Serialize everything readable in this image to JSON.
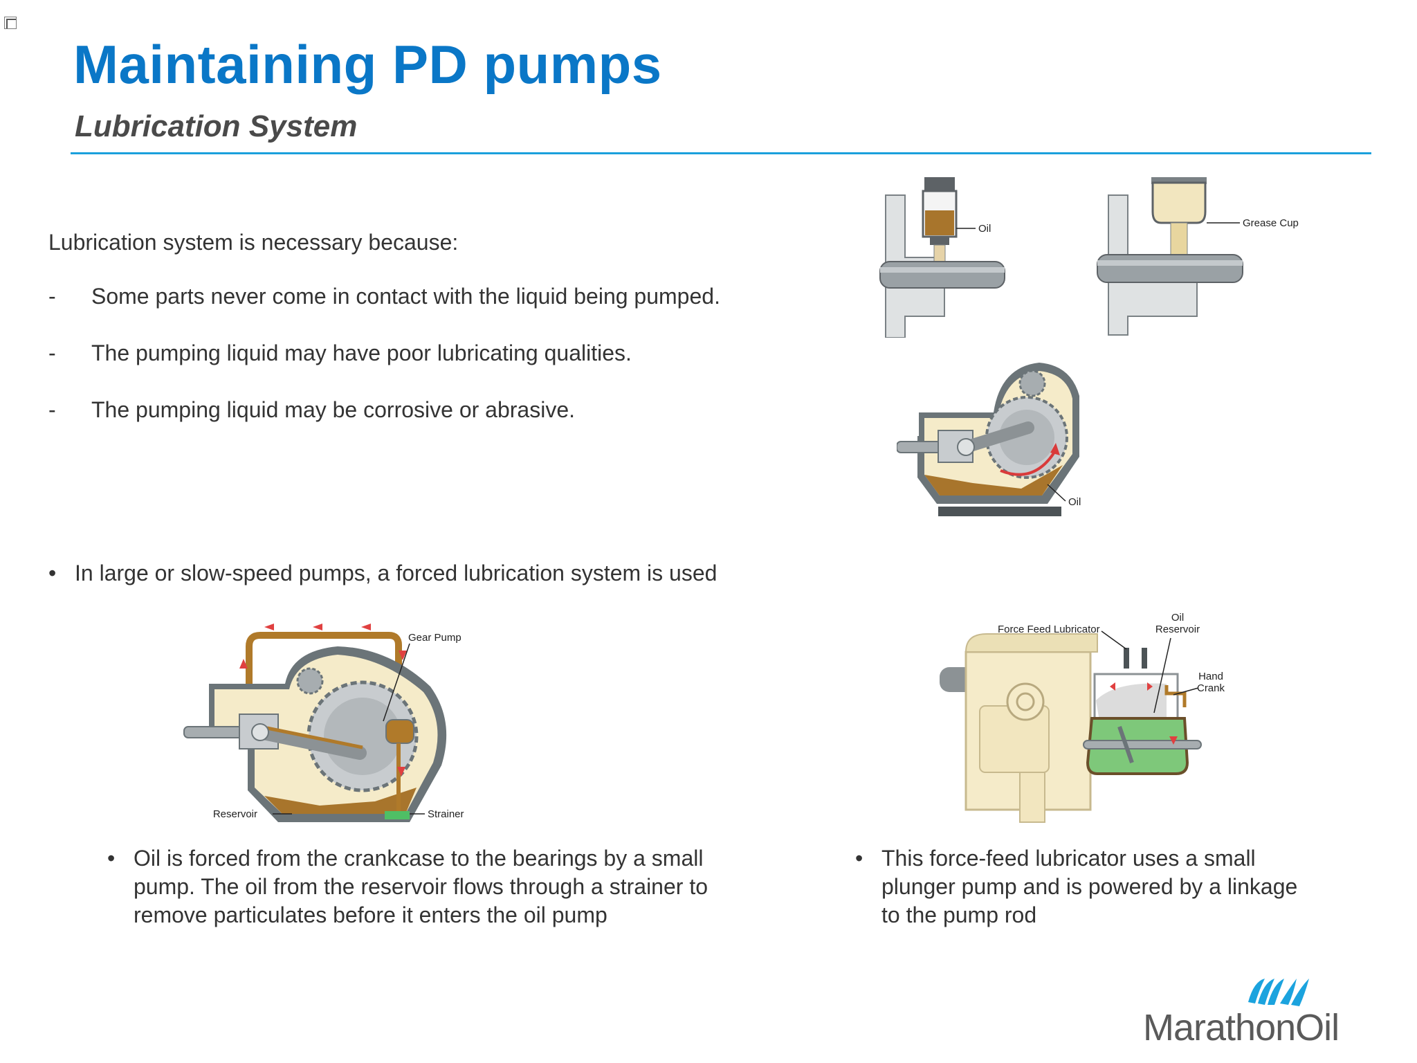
{
  "slide": {
    "title": "Maintaining PD pumps",
    "subtitle": "Lubrication System",
    "intro": "Lubrication system is necessary because:",
    "reasons": [
      "Some parts never come in contact with the liquid being pumped.",
      "The pumping liquid may have poor lubricating qualities.",
      "The pumping liquid may be corrosive or abrasive."
    ],
    "forced_bullet": "In large or slow-speed pumps, a forced lubrication system is used",
    "note_left": "Oil is forced from the crankcase to the bearings by a small pump.  The oil from the reservoir flows through a strainer to remove particulates before it enters the oil pump",
    "note_right": "This force-feed lubricator uses a small plunger pump and is powered by a linkage to the pump rod"
  },
  "figures": {
    "oil_cup": {
      "label": "Oil"
    },
    "grease_cup": {
      "label": "Grease Cup"
    },
    "splash": {
      "label": "Oil"
    },
    "forced": {
      "gear_pump": "Gear Pump",
      "reservoir": "Reservoir",
      "strainer": "Strainer"
    },
    "force_feed": {
      "lubricator": "Force Feed Lubricator",
      "reservoir_line1": "Oil",
      "reservoir_line2": "Reservoir",
      "crank_line1": "Hand",
      "crank_line2": "Crank"
    }
  },
  "logo": {
    "brand": "MarathonOil"
  },
  "colors": {
    "title": "#0a77c7",
    "rule": "#1aa0dc",
    "oil": "#b07a2a",
    "logo": "#1ba3de"
  }
}
